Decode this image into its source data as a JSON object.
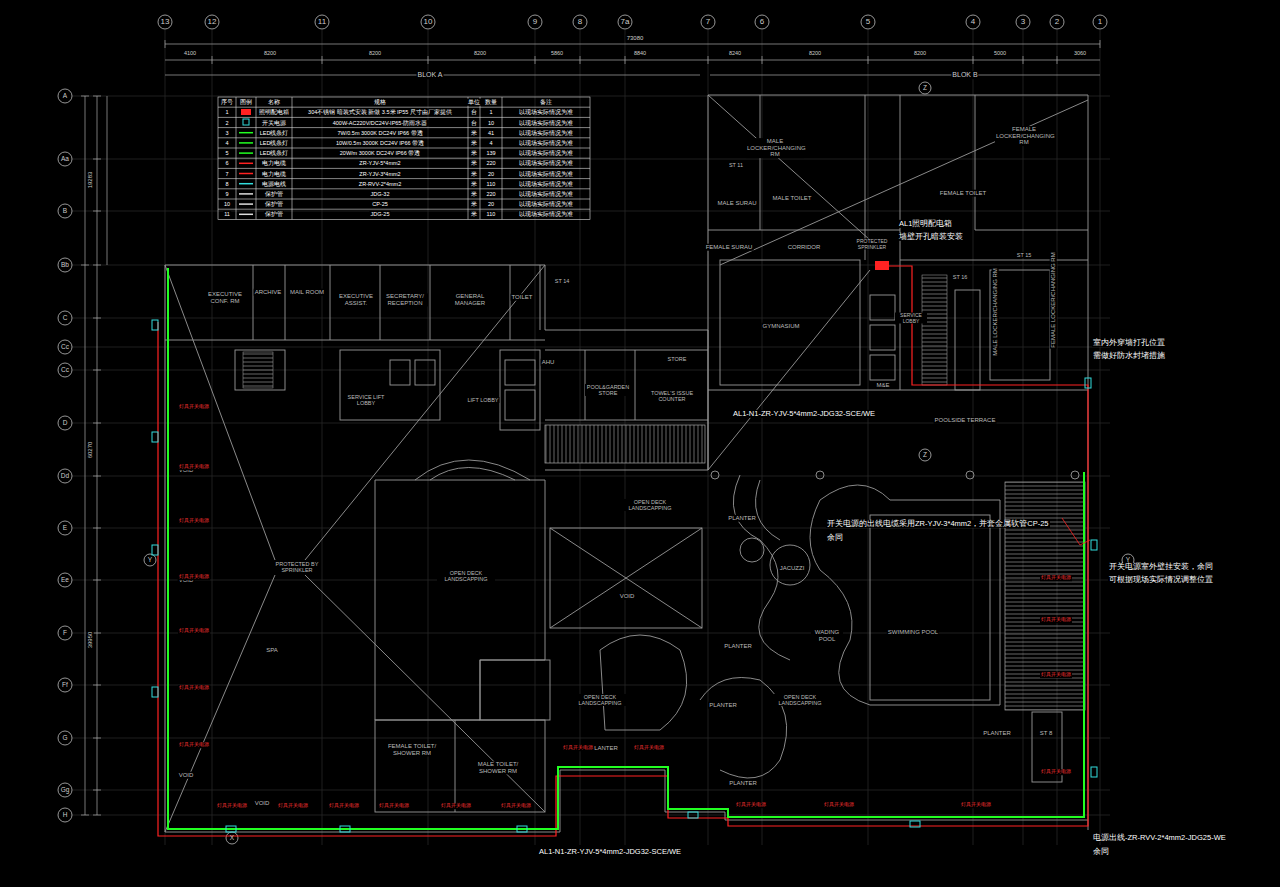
{
  "diagram": {
    "labels": [
      "序号",
      "图例",
      "名称",
      "规格",
      "单位",
      "数量",
      "备注",
      "1",
      "照明配电箱",
      "304不锈钢 暗装式安装 新做 3.5米 IP55 尺寸由厂家提供",
      "台",
      "1",
      "以现场实际情况为准",
      "2",
      "开关电源",
      "400W-AC220V/DC24V-IP65-防雨水器",
      "台",
      "10",
      "以现场实际情况为准",
      "3",
      "LED线条灯",
      "7W/0.5m 3000K DC24V IP66 带透",
      "米",
      "41",
      "以现场实际情况为准",
      "4",
      "LED线条灯",
      "10W/0.5m 3000K DC24V IP66 带透",
      "米",
      "4",
      "以现场实际情况为准",
      "5",
      "LED线条灯",
      "20W/m 3000K DC24V IP66 带透",
      "米",
      "139",
      "以现场实际情况为准",
      "6",
      "电力电缆",
      "ZR-YJV-5*4mm2",
      "米",
      "220",
      "以现场实际情况为准",
      "7",
      "电力电缆",
      "ZR-YJV-3*4mm2",
      "米",
      "20",
      "以现场实际情况为准",
      "8",
      "电源电线",
      "ZR-RVV-2*4mm2",
      "米",
      "110",
      "以现场实际情况为准",
      "9",
      "保护管",
      "JDG-32",
      "米",
      "220",
      "以现场实际情况为准",
      "10",
      "保护管",
      "CP-25",
      "米",
      "20",
      "以现场实际情况为准",
      "11",
      "保护管",
      "JDG-25",
      "米",
      "110",
      "以现场实际情况为准",
      "13",
      "12",
      "11",
      "10",
      "9",
      "8",
      "7a",
      "7",
      "6",
      "5",
      "4",
      "3",
      "2",
      "1",
      "73080",
      "4100",
      "8200",
      "8200",
      "8200",
      "5860",
      "8840",
      "8240",
      "8200",
      "8200",
      "5000",
      "3060",
      "BLOK A",
      "BLOK B",
      "A",
      "Aa",
      "B",
      "Bb",
      "C",
      "Cc",
      "Cc",
      "D",
      "Dd",
      "E",
      "Ee",
      "F",
      "Ff",
      "G",
      "Gg",
      "H",
      "19283",
      "60270",
      "39950",
      "EXECUTIVE CONF. RM",
      "ARCHIVE",
      "MAIL ROOM",
      "EXECUTIVE ASSIST.",
      "SECRETARY/ RECEPTION",
      "GENERAL MANAGER",
      "TOILET",
      "ST 14",
      "AHU",
      "STORE",
      "POOL&GARDEN STORE",
      "TOWEL'S ISSUE COUNTER",
      "SERVICE LIFT LOBBY",
      "LIFT LOBBY",
      "OPEN DECK LANDSCAPPING",
      "OPEN DECK LANDSCAPPING",
      "OPEN DECK LANDSCAPPING",
      "OPEN DECK LANDSCAPPING",
      "VOID",
      "VOID",
      "VOID",
      "VOID",
      "VOID",
      "PROTECTED BY SPRINKLER",
      "SPA",
      "FEMALE TOILET/ SHOWER RM",
      "MALE TOILET/ SHOWER RM",
      "PLANTER",
      "PLANTER",
      "PLANTER",
      "PLANTER",
      "PLANTER",
      "PLANTER",
      "JACUZZI",
      "WADING POOL",
      "SWIMMING POOL",
      "ST 8",
      "MALE LOCKER/CHANGING RM",
      "FEMALE LOCKER/CHANGING RM",
      "MALE TOILET",
      "FEMALE TOILET",
      "MALE SURAU",
      "FEMALE SURAU",
      "CORRIDOR",
      "ST 11",
      "ST 15",
      "ST 16",
      "GYMNASIUM",
      "PROTECTED SPRINKLER",
      "SERVICE LOBBY",
      "M&E",
      "POOLSIDE TERRACE",
      "FEMALE LOCKER/CHANGING RM",
      "MALE LOCKER/CHANGING RM",
      "Z",
      "Z",
      "Y",
      "Y",
      "X",
      "AL1照明配电箱",
      "墙壁开孔暗装安装",
      "室内外穿墙打孔位置",
      "需做好防水封堵措施",
      "AL1-N1-ZR-YJV-5*4mm2-JDG32-SCE/WE",
      "开关电源的出线电缆采用ZR-YJV-3*4mm2，并套金属软管CP-25",
      "余同",
      "开关电源室外壁挂安装，余同",
      "可根据现场实际情况调整位置",
      "AL1-N1-ZR-YJV-5*4mm2-JDG32-SCE/WE",
      "电源出线-ZR-RVV-2*4mm2-JDG25-WE",
      "余同",
      "灯具开关电源",
      "灯具开关电源",
      "灯具开关电源",
      "灯具开关电源",
      "灯具开关电源",
      "灯具开关电源",
      "灯具开关电源",
      "灯具开关电源",
      "灯具开关电源",
      "灯具开关电源",
      "灯具开关电源",
      "灯具开关电源",
      "灯具开关电源",
      "灯具开关电源",
      "灯具开关电源",
      "灯具开关电源",
      "灯具开关电源",
      "灯具开关电源",
      "灯具开关电源",
      "灯具开关电源",
      "灯具开关电源",
      "灯具开关电源"
    ]
  }
}
